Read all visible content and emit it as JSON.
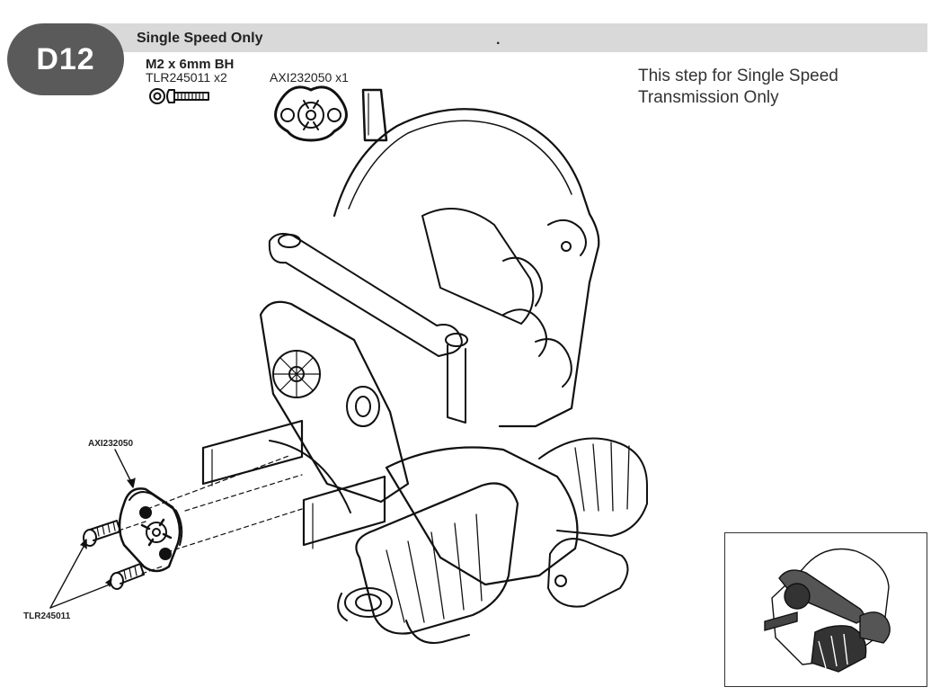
{
  "step": {
    "number": "D12",
    "title": "Single Speed Only",
    "dot": "."
  },
  "parts": {
    "screw_name": "M2 x 6mm BH",
    "screw_code": "TLR245011 x2",
    "mount_code": "AXI232050 x1"
  },
  "note": {
    "line1": "This step for Single Speed",
    "line2": "Transmission Only"
  },
  "callouts": {
    "mount": "AXI232050",
    "screw": "TLR245011"
  }
}
